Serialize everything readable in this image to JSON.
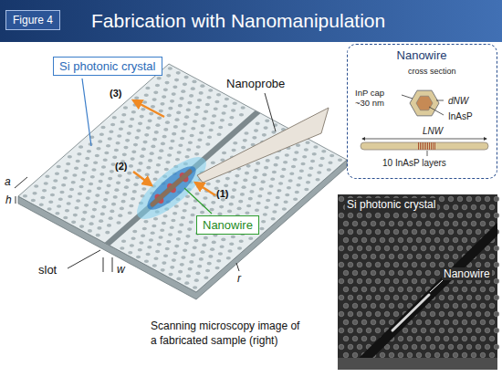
{
  "diagram": {
    "title": "Fabrication with Nanomanipulation",
    "caption": "Scanning microscopy image of a fabricated sample (right)",
    "nodes": [
      {
        "text": [
          "Figure 4"
        ]
      },
      {
        "text": [
          "Si photonic crystal"
        ]
      },
      {
        "text": [
          "Nanowire"
        ]
      },
      {
        "text": [
          "Nanowire",
          "cross section",
          "InP cap ~30 nm",
          "dNW",
          "InAsP",
          "LNW",
          "10 InAsP layers"
        ]
      },
      {
        "text": [
          "Si photonic crystal",
          "Nanowire"
        ]
      }
    ],
    "labels": [
      "Nanoprobe",
      "(1)",
      "(2)",
      "(3)",
      "a",
      "h",
      "slot",
      "w",
      "r"
    ]
  }
}
